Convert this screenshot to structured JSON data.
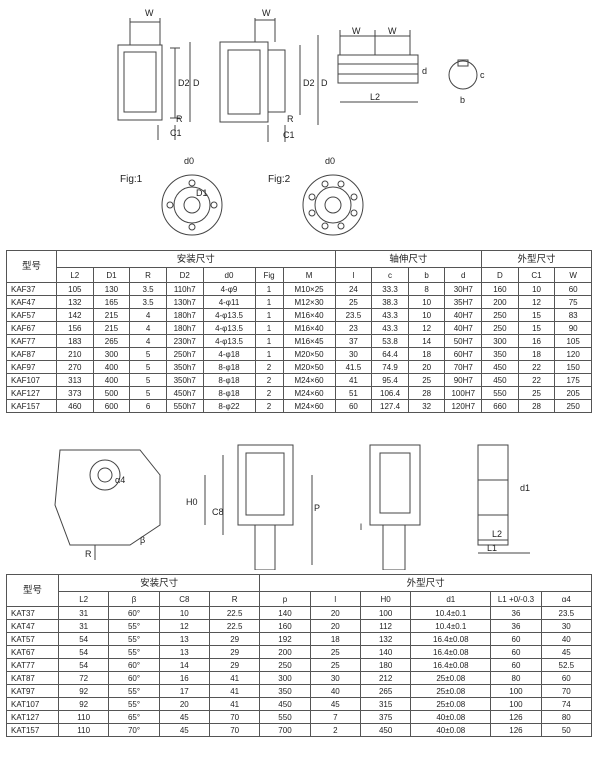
{
  "figures": {
    "top_labels": [
      "W",
      "W",
      "W",
      "W",
      "D2",
      "D",
      "D2",
      "D",
      "R",
      "C1",
      "R",
      "C1",
      "L2",
      "d",
      "c",
      "b"
    ],
    "fig1": "Fig:1",
    "fig2": "Fig:2",
    "d0": "d0",
    "d1": "D1",
    "kat_labels": [
      "H0",
      "C8",
      "P",
      "L2",
      "L1",
      "d1",
      "R",
      "β",
      "α4",
      "l"
    ]
  },
  "table1": {
    "model_header": "型号",
    "group_headers": [
      "安装尺寸",
      "轴伸尺寸",
      "外型尺寸"
    ],
    "sub_headers": [
      "L2",
      "D1",
      "R",
      "D2",
      "d0",
      "Fig",
      "M",
      "l",
      "c",
      "b",
      "d",
      "D",
      "C1",
      "W"
    ],
    "rows": [
      [
        "KAF37",
        "105",
        "130",
        "3.5",
        "110h7",
        "4-φ9",
        "1",
        "M10×25",
        "24",
        "33.3",
        "8",
        "30H7",
        "160",
        "10",
        "60"
      ],
      [
        "KAF47",
        "132",
        "165",
        "3.5",
        "130h7",
        "4-φ11",
        "1",
        "M12×30",
        "25",
        "38.3",
        "10",
        "35H7",
        "200",
        "12",
        "75"
      ],
      [
        "KAF57",
        "142",
        "215",
        "4",
        "180h7",
        "4-φ13.5",
        "1",
        "M16×40",
        "23.5",
        "43.3",
        "10",
        "40H7",
        "250",
        "15",
        "83"
      ],
      [
        "KAF67",
        "156",
        "215",
        "4",
        "180h7",
        "4-φ13.5",
        "1",
        "M16×40",
        "23",
        "43.3",
        "12",
        "40H7",
        "250",
        "15",
        "90"
      ],
      [
        "KAF77",
        "183",
        "265",
        "4",
        "230h7",
        "4-φ13.5",
        "1",
        "M16×45",
        "37",
        "53.8",
        "14",
        "50H7",
        "300",
        "16",
        "105"
      ],
      [
        "KAF87",
        "210",
        "300",
        "5",
        "250h7",
        "4-φ18",
        "1",
        "M20×50",
        "30",
        "64.4",
        "18",
        "60H7",
        "350",
        "18",
        "120"
      ],
      [
        "KAF97",
        "270",
        "400",
        "5",
        "350h7",
        "8-φ18",
        "2",
        "M20×50",
        "41.5",
        "74.9",
        "20",
        "70H7",
        "450",
        "22",
        "150"
      ],
      [
        "KAF107",
        "313",
        "400",
        "5",
        "350h7",
        "8-φ18",
        "2",
        "M24×60",
        "41",
        "95.4",
        "25",
        "90H7",
        "450",
        "22",
        "175"
      ],
      [
        "KAF127",
        "373",
        "500",
        "5",
        "450h7",
        "8-φ18",
        "2",
        "M24×60",
        "51",
        "106.4",
        "28",
        "100H7",
        "550",
        "25",
        "205"
      ],
      [
        "KAF157",
        "460",
        "600",
        "6",
        "550h7",
        "8-φ22",
        "2",
        "M24×60",
        "60",
        "127.4",
        "32",
        "120H7",
        "660",
        "28",
        "250"
      ]
    ]
  },
  "table2": {
    "model_header": "型号",
    "group_headers": [
      "安装尺寸",
      "外型尺寸"
    ],
    "sub_headers": [
      "L2",
      "β",
      "C8",
      "R",
      "p",
      "l",
      "H0",
      "d1",
      "L1 +0/-0.3",
      "α4"
    ],
    "rows": [
      [
        "KAT37",
        "31",
        "60°",
        "10",
        "22.5",
        "140",
        "20",
        "100",
        "10.4±0.1",
        "36",
        "23.5"
      ],
      [
        "KAT47",
        "31",
        "55°",
        "12",
        "22.5",
        "160",
        "20",
        "112",
        "10.4±0.1",
        "36",
        "30"
      ],
      [
        "KAT57",
        "54",
        "55°",
        "13",
        "29",
        "192",
        "18",
        "132",
        "16.4±0.08",
        "60",
        "40"
      ],
      [
        "KAT67",
        "54",
        "55°",
        "13",
        "29",
        "200",
        "25",
        "140",
        "16.4±0.08",
        "60",
        "45"
      ],
      [
        "KAT77",
        "54",
        "60°",
        "14",
        "29",
        "250",
        "25",
        "180",
        "16.4±0.08",
        "60",
        "52.5"
      ],
      [
        "KAT87",
        "72",
        "60°",
        "16",
        "41",
        "300",
        "30",
        "212",
        "25±0.08",
        "80",
        "60"
      ],
      [
        "KAT97",
        "92",
        "55°",
        "17",
        "41",
        "350",
        "40",
        "265",
        "25±0.08",
        "100",
        "70"
      ],
      [
        "KAT107",
        "92",
        "55°",
        "20",
        "41",
        "450",
        "45",
        "315",
        "25±0.08",
        "100",
        "74"
      ],
      [
        "KAT127",
        "110",
        "65°",
        "45",
        "70",
        "550",
        "7",
        "375",
        "40±0.08",
        "126",
        "80"
      ],
      [
        "KAT157",
        "110",
        "70°",
        "45",
        "70",
        "700",
        "2",
        "450",
        "40±0.08",
        "126",
        "50"
      ]
    ]
  }
}
